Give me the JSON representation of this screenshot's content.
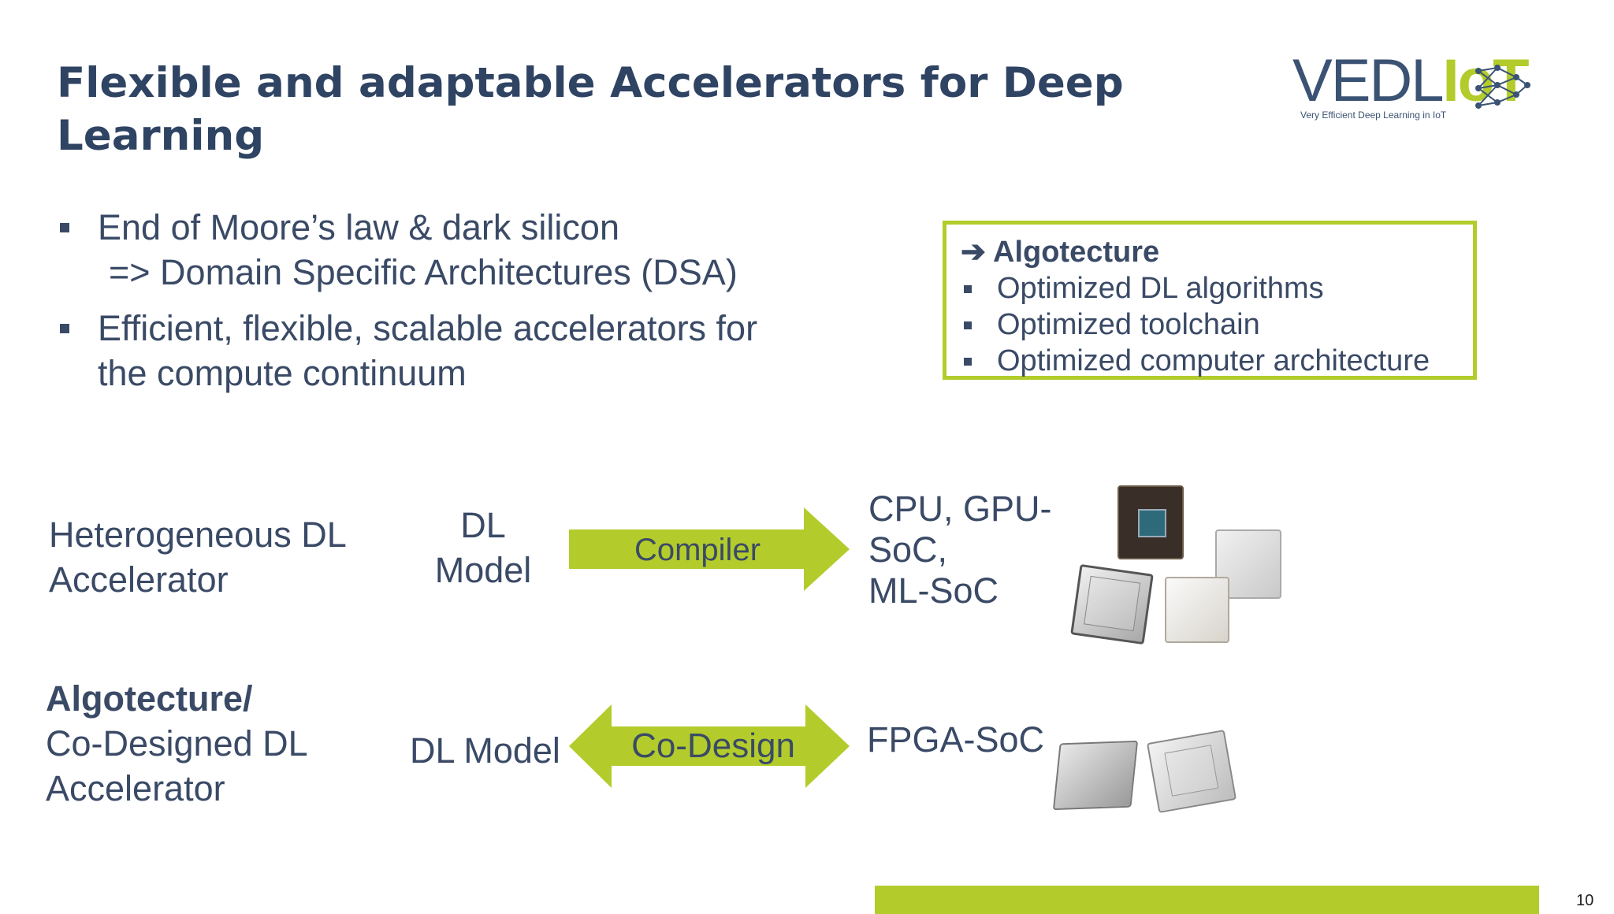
{
  "slide": {
    "title_line1": "Flexible and adaptable Accelerators for Deep",
    "title_line2": "Learning",
    "page_number": "10"
  },
  "logo": {
    "word_part1": "VEDL",
    "word_part2": "IoT",
    "tagline": "Very Efficient Deep Learning in IoT"
  },
  "bullets": [
    {
      "line1": "End of Moore’s law & dark silicon",
      "line2": "=> Domain Specific Architectures (DSA)"
    },
    {
      "line1": "Efficient, flexible, scalable accelerators for",
      "line2": "the compute continuum"
    }
  ],
  "algotecture_box": {
    "heading": "Algotecture",
    "items": [
      "Optimized DL algorithms",
      "Optimized toolchain",
      "Optimized computer architecture"
    ]
  },
  "row1": {
    "left_line1": "Heterogeneous DL",
    "left_line2": "Accelerator",
    "model_line1": "DL",
    "model_line2": "Model",
    "arrow_label": "Compiler",
    "target_line1": "CPU, GPU-",
    "target_line2": "SoC,",
    "target_line3": "ML-SoC"
  },
  "row2": {
    "left_line1": "Algotecture/",
    "left_line2": "Co-Designed DL",
    "left_line3": "Accelerator",
    "model": "DL Model",
    "arrow_label": "Co-Design",
    "target": "FPGA-SoC"
  },
  "colors": {
    "accent": "#b3cc2b",
    "text": "#3a4a66",
    "title": "#2f4363"
  }
}
